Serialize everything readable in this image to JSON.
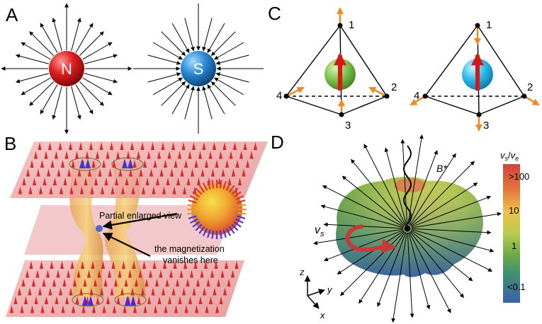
{
  "panels": {
    "a": {
      "letter": "A",
      "north_label": "N",
      "south_label": "S"
    },
    "b": {
      "letter": "B",
      "callout_1": "Partial enlarged view",
      "callout_2_line1": "the magnetization",
      "callout_2_line2": "vanishes here"
    },
    "c": {
      "letter": "C",
      "vertex_labels": [
        "1",
        "2",
        "3",
        "4"
      ]
    },
    "d": {
      "letter": "D",
      "field_label": "B*",
      "velocity_label": "v",
      "velocity_sub": "s",
      "axes": {
        "z": "z",
        "y": "y",
        "x": "x"
      },
      "colorbar": {
        "title_v1": "v",
        "title_sub1": "s",
        "title_slash": "/",
        "title_v2": "v",
        "title_sub2": "e",
        "ticks": [
          ">100",
          "10",
          "1",
          "<0.1"
        ]
      }
    }
  },
  "colors": {
    "north_red": "#d42020",
    "south_blue": "#2d8ed8",
    "orange_arrow": "#f08a24",
    "green_sphere": "#7cc04a",
    "cyan_sphere": "#29b8e8",
    "red_arrow": "#d81818"
  }
}
